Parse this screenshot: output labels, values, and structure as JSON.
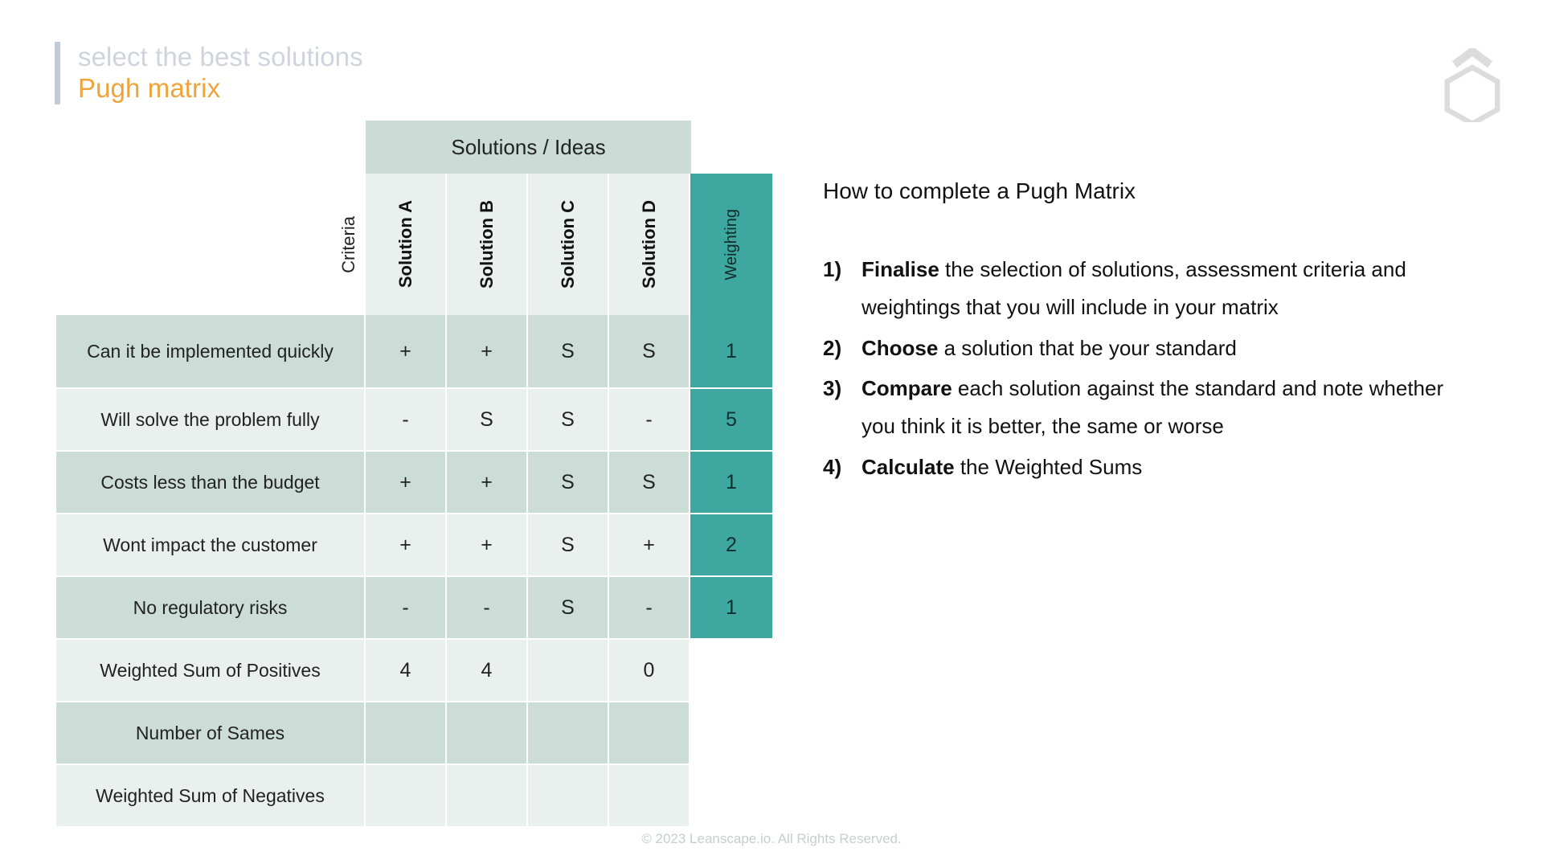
{
  "header": {
    "eyebrow": "select the best solutions",
    "title": "Pugh matrix",
    "accent_color": "#efa43b",
    "bar_color": "#c3ccd6",
    "logo_name": "leanscape-hexagon-logo"
  },
  "matrix": {
    "group_header": "Solutions / Ideas",
    "criteria_header": "Criteria",
    "weighting_header": "Weighting",
    "solution_headers": [
      "Solution A",
      "Solution B",
      "Solution C",
      "Solution D"
    ],
    "weighting_color": "#3ea8a0",
    "row_shade_dark": "#ccdcd6",
    "row_shade_light": "#e9f0ee",
    "group_header_color": "#cbdbd5",
    "rows": [
      {
        "criteria": "Can it be implemented quickly",
        "values": [
          "+",
          "+",
          "S",
          "S"
        ],
        "weighting": "1",
        "has_weighting": true,
        "shade": "dark"
      },
      {
        "criteria": "Will solve the problem fully",
        "values": [
          "-",
          "S",
          "S",
          "-"
        ],
        "weighting": "5",
        "has_weighting": true,
        "shade": "light"
      },
      {
        "criteria": "Costs less than the budget",
        "values": [
          "+",
          "+",
          "S",
          "S"
        ],
        "weighting": "1",
        "has_weighting": true,
        "shade": "dark"
      },
      {
        "criteria": "Wont impact the customer",
        "values": [
          "+",
          "+",
          "S",
          "+"
        ],
        "weighting": "2",
        "has_weighting": true,
        "shade": "light"
      },
      {
        "criteria": "No regulatory risks",
        "values": [
          "-",
          "-",
          "S",
          "-"
        ],
        "weighting": "1",
        "has_weighting": true,
        "shade": "dark"
      },
      {
        "criteria": "Weighted Sum of Positives",
        "values": [
          "4",
          "4",
          "",
          "0"
        ],
        "weighting": "",
        "has_weighting": false,
        "shade": "light"
      },
      {
        "criteria": "Number of Sames",
        "values": [
          "",
          "",
          "",
          ""
        ],
        "weighting": "",
        "has_weighting": false,
        "shade": "dark"
      },
      {
        "criteria": "Weighted Sum of Negatives",
        "values": [
          "",
          "",
          "",
          ""
        ],
        "weighting": "",
        "has_weighting": false,
        "shade": "light"
      }
    ]
  },
  "instructions": {
    "title": "How to complete a Pugh Matrix",
    "steps": [
      {
        "number": "1)",
        "bold": "Finalise",
        "rest": " the selection of solutions, assessment criteria and weightings that you will include in your matrix"
      },
      {
        "number": "2)",
        "bold": "Choose",
        "rest": " a solution that be your standard"
      },
      {
        "number": "3)",
        "bold": "Compare",
        "rest": " each solution against the standard and note whether you think it is better, the same or worse"
      },
      {
        "number": "4)",
        "bold": "Calculate",
        "rest": " the Weighted Sums"
      }
    ]
  },
  "footer": {
    "copyright": "© 2023 Leanscape.io. All Rights Reserved."
  }
}
